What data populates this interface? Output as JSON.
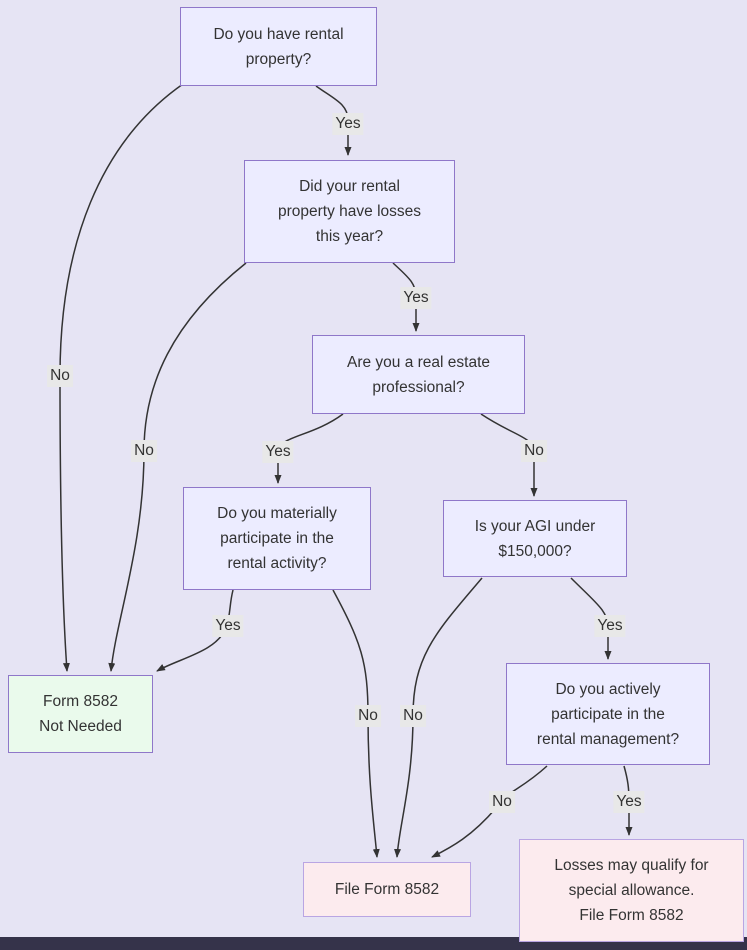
{
  "diagram": {
    "background_color": "#e6e4f4",
    "bottom_bar_color": "#35334a",
    "edge_color": "#333333",
    "edge_label_bg_color": "#e8e8e8",
    "text_color": "#333333",
    "node_styles": {
      "question": {
        "fill": "#ececff",
        "border": "#8f77c9"
      },
      "not_needed": {
        "fill": "#eafaec",
        "border": "#8f77c9"
      },
      "file": {
        "fill": "#fcebee",
        "border": "#b9a5e3"
      }
    },
    "nodes": {
      "A": {
        "lines": [
          "Do you have rental",
          "property?"
        ]
      },
      "B": {
        "lines": [
          "Did your rental",
          "property have losses",
          "this year?"
        ]
      },
      "C": {
        "lines": [
          "Are you a real estate",
          "professional?"
        ]
      },
      "D": {
        "lines": [
          "Do you materially",
          "participate in the",
          "rental activity?"
        ]
      },
      "E": {
        "lines": [
          "Is your AGI under",
          "$150,000?"
        ]
      },
      "F": {
        "lines": [
          "Form 8582",
          "Not Needed"
        ]
      },
      "G": {
        "lines": [
          "Do you actively",
          "participate in the",
          "rental management?"
        ]
      },
      "H": {
        "lines": [
          "File Form 8582"
        ]
      },
      "I": {
        "lines": [
          "Losses may qualify for",
          "special allowance.",
          "File Form 8582"
        ]
      }
    },
    "edge_labels": {
      "a_b": "Yes",
      "a_f": "No",
      "b_c": "Yes",
      "b_f": "No",
      "c_d": "Yes",
      "c_e": "No",
      "d_f": "Yes",
      "d_h": "No",
      "e_h": "No",
      "e_g": "Yes",
      "g_h": "No",
      "g_i": "Yes"
    }
  }
}
